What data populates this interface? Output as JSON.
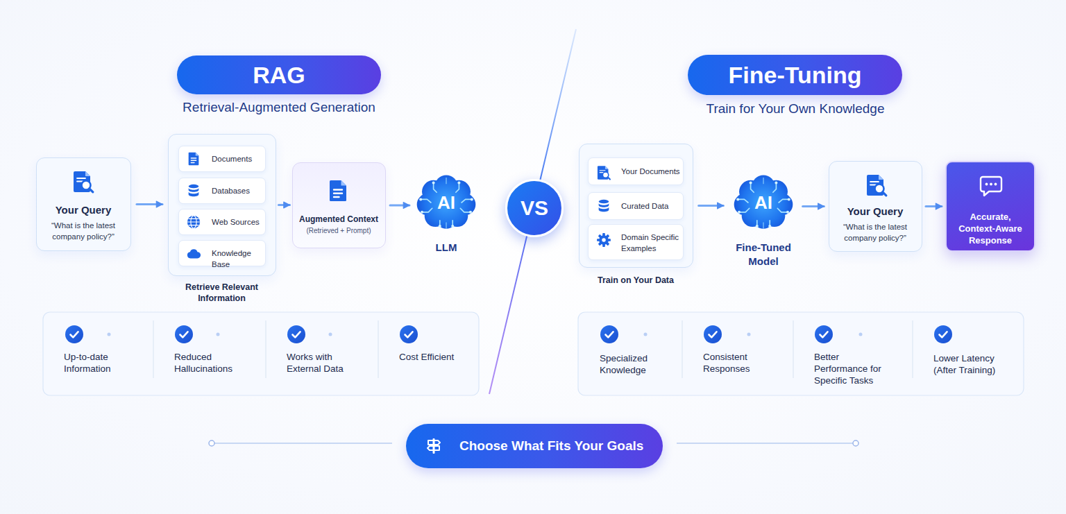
{
  "diagram": {
    "nodes": [
      {
        "text": [
          "RAG"
        ]
      },
      {
        "text": [
          "Your Query",
          "“What is the latest company policy?”"
        ]
      },
      {
        "text": [
          "Retrieve Relevant Information"
        ]
      },
      {
        "text": [
          "Documents"
        ],
        "in": 2
      },
      {
        "text": [
          "Databases"
        ],
        "in": 2
      },
      {
        "text": [
          "Web Sources"
        ],
        "in": 2
      },
      {
        "text": [
          "Knowledge Base"
        ],
        "in": 2
      },
      {
        "text": [
          "Augmented Context",
          "(Retrieved + Prompt)"
        ]
      },
      {
        "text": [
          "AI",
          "LLM"
        ]
      },
      {
        "text": [
          "VS"
        ]
      },
      {
        "text": [
          "Fine-Tuning"
        ]
      },
      {
        "text": [
          "Train on Your Data"
        ]
      },
      {
        "text": [
          "Your Documents"
        ],
        "in": 11
      },
      {
        "text": [
          "Curated Data"
        ],
        "in": 11
      },
      {
        "text": [
          "Domain Specific Examples"
        ],
        "in": 11
      },
      {
        "text": [
          "AI",
          "Fine-Tuned Model"
        ]
      },
      {
        "text": [
          "Your Query",
          "“What is the latest company policy?”"
        ]
      },
      {
        "text": [
          "Accurate, Context-Aware Response"
        ]
      },
      {
        "text": [
          "Choose What Fits Your Goals"
        ]
      }
    ],
    "edges": [
      {
        "from": 1,
        "to": 2,
        "arrow": "to"
      },
      {
        "from": 2,
        "to": 7,
        "arrow": "to"
      },
      {
        "from": 7,
        "to": 8,
        "arrow": "to"
      },
      {
        "from": 11,
        "to": 15,
        "arrow": "to"
      },
      {
        "from": 15,
        "to": 16,
        "arrow": "to"
      },
      {
        "from": 16,
        "to": 17,
        "arrow": "to"
      }
    ],
    "labels": [
      "Retrieval-Augmented Generation",
      "Up-to-date Information",
      "Reduced Hallucinations",
      "Works with External Data",
      "Cost Efficient",
      "Train for Your Own Knowledge",
      "Specialized Knowledge",
      "Consistent Responses",
      "Better Performance for Specific Tasks",
      "Lower Latency (After Training)"
    ]
  }
}
